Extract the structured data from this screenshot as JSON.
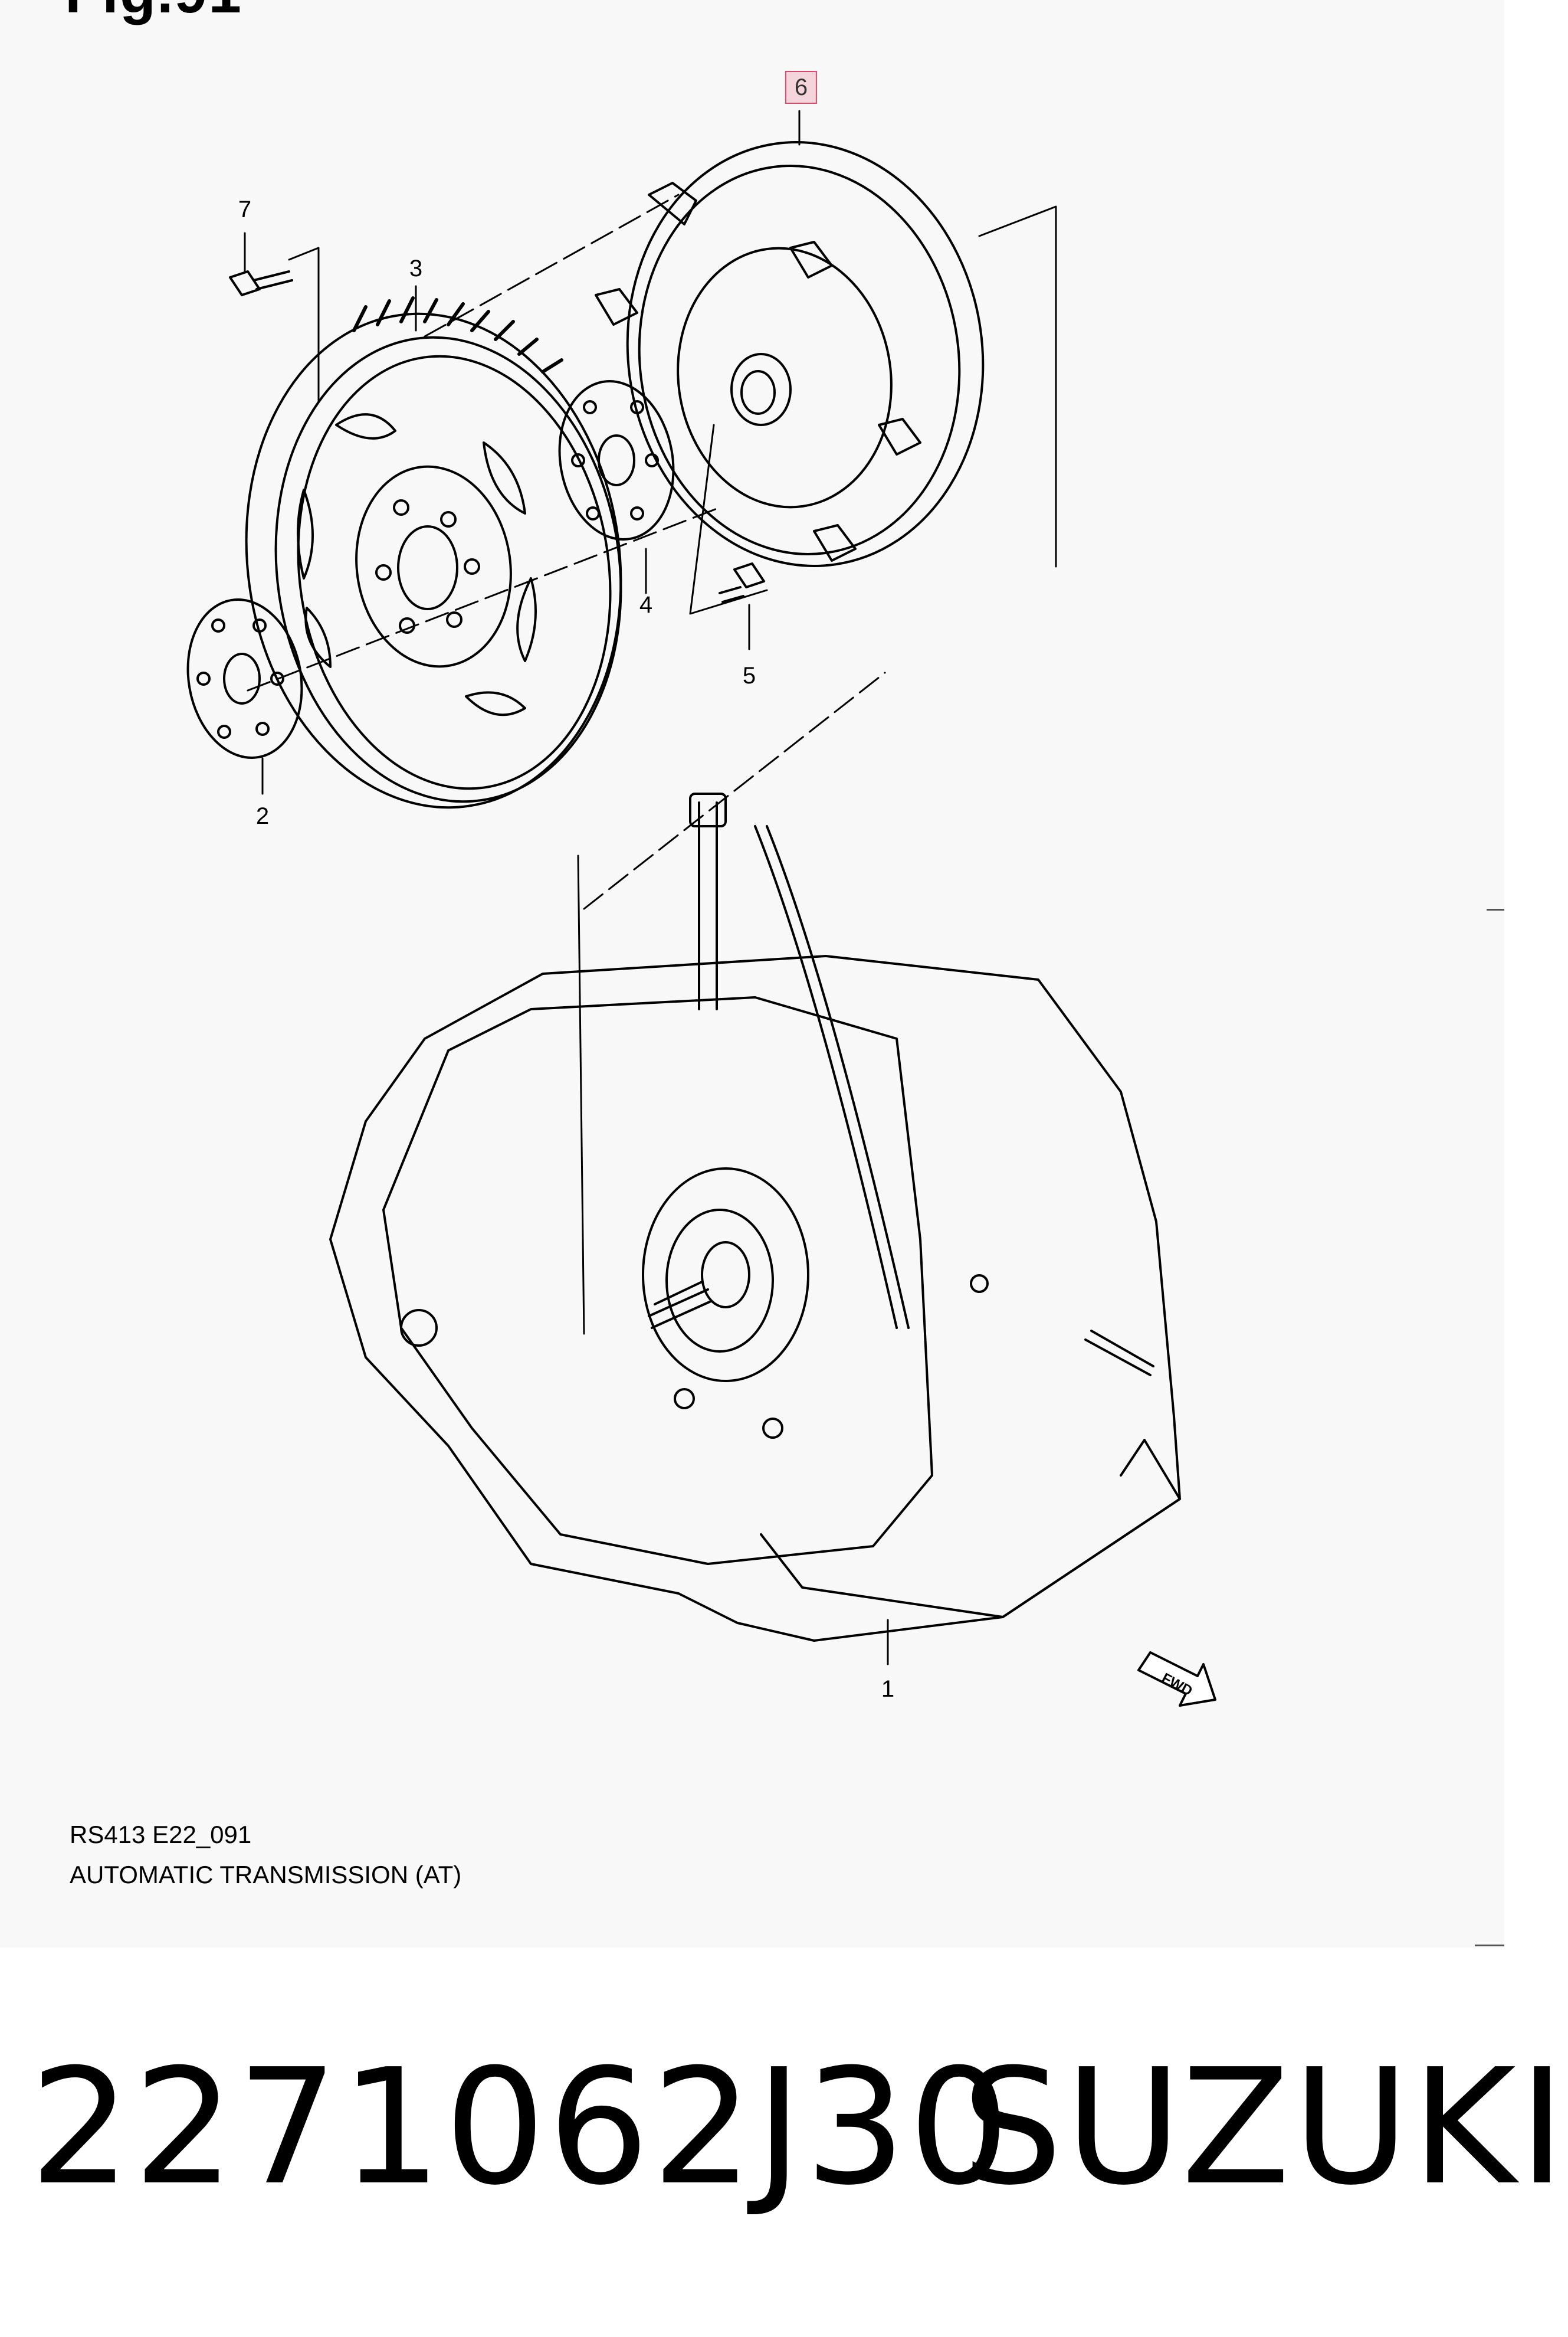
{
  "diagram": {
    "figure_title": "Fig.91",
    "callouts": [
      {
        "id": "callout-1",
        "label": "1"
      },
      {
        "id": "callout-2",
        "label": "2"
      },
      {
        "id": "callout-3",
        "label": "3"
      },
      {
        "id": "callout-4",
        "label": "4"
      },
      {
        "id": "callout-5",
        "label": "5"
      },
      {
        "id": "callout-6",
        "label": "6",
        "highlighted": true
      },
      {
        "id": "callout-7",
        "label": "7"
      }
    ],
    "fwd_label": "FWD",
    "caption_code": "RS413 E22_091",
    "caption_title": "AUTOMATIC TRANSMISSION (AT)",
    "highlight_color": "#f4d5dc",
    "highlight_border": "#d64a6a"
  },
  "footer": {
    "part_number": "2271062J30",
    "brand": "SUZUKI"
  }
}
